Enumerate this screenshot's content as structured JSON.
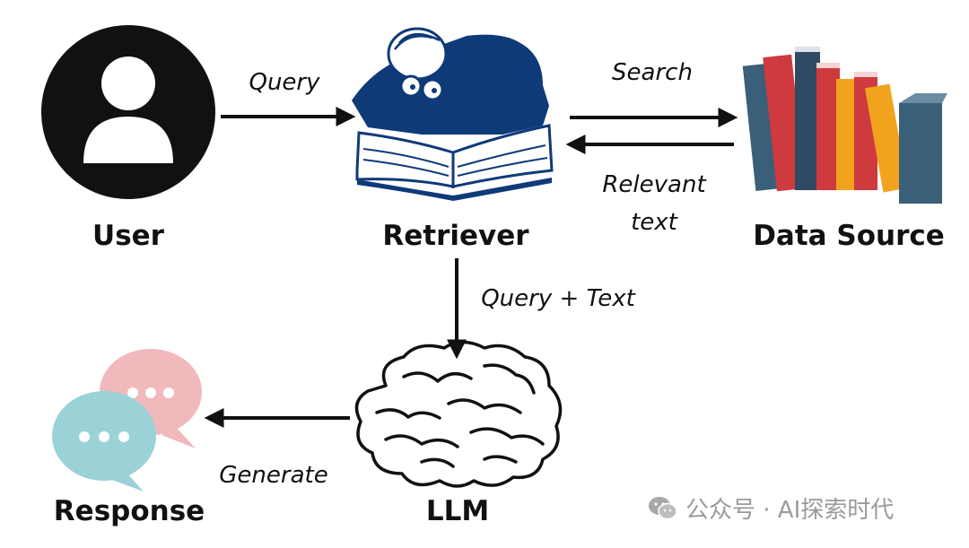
{
  "nodes": {
    "user": "User",
    "retriever": "Retriever",
    "data_source": "Data Source",
    "llm": "LLM",
    "response": "Response"
  },
  "edges": {
    "query": "Query",
    "search": "Search",
    "relevant_text_line1": "Relevant",
    "relevant_text_line2": "text",
    "query_text": "Query + Text",
    "generate": "Generate"
  },
  "watermark": {
    "text": "公众号 · AI探索时代",
    "icon": "wechat-icon"
  },
  "colors": {
    "ink": "#111111",
    "retriever_blue": "#0f3a78",
    "bubble_pink": "#f1b9bc",
    "bubble_teal": "#9ad2d8",
    "book_red": "#cf3a3e",
    "book_navy": "#2f4a62",
    "book_orange": "#f2a31d",
    "book_teal": "#3a5f78"
  }
}
